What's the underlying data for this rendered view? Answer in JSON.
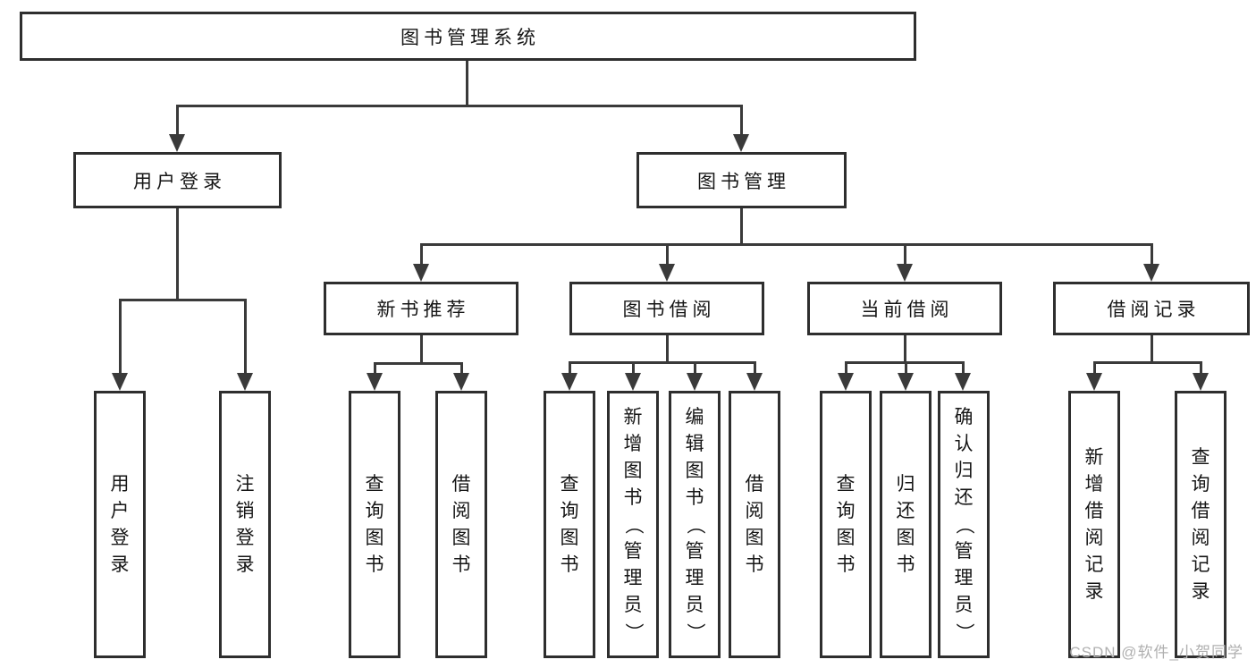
{
  "chart": {
    "root": {
      "label": "图书管理系统"
    },
    "level2": [
      {
        "id": "user-login",
        "label": "用户登录"
      },
      {
        "id": "book-management",
        "label": "图书管理"
      }
    ],
    "level3": [
      {
        "id": "new-book-recommend",
        "label": "新书推荐",
        "parent": "图书管理"
      },
      {
        "id": "book-borrow",
        "label": "图书借阅",
        "parent": "图书管理"
      },
      {
        "id": "current-borrow",
        "label": "当前借阅",
        "parent": "图书管理"
      },
      {
        "id": "borrow-records",
        "label": "借阅记录",
        "parent": "图书管理"
      }
    ],
    "leaves": [
      {
        "parent": "用户登录",
        "label": "用户登录"
      },
      {
        "parent": "用户登录",
        "label": "注销登录"
      },
      {
        "parent": "新书推荐",
        "label": "查询图书"
      },
      {
        "parent": "新书推荐",
        "label": "借阅图书"
      },
      {
        "parent": "图书借阅",
        "label": "查询图书"
      },
      {
        "parent": "图书借阅",
        "label": "新增图书（管理员）"
      },
      {
        "parent": "图书借阅",
        "label": "编辑图书（管理员）"
      },
      {
        "parent": "图书借阅",
        "label": "借阅图书"
      },
      {
        "parent": "当前借阅",
        "label": "查询图书"
      },
      {
        "parent": "当前借阅",
        "label": "归还图书"
      },
      {
        "parent": "当前借阅",
        "label": "确认归还（管理员）"
      },
      {
        "parent": "借阅记录",
        "label": "新增借阅记录"
      },
      {
        "parent": "借阅记录",
        "label": "查询借阅记录"
      }
    ],
    "watermark": "CSDN @软件_小贺同学",
    "colors": {
      "line": "#3a3a3a",
      "border": "#2e2e2e",
      "fill": "#ffffff",
      "text": "#161616",
      "watermark": "#b0b0b0"
    }
  }
}
